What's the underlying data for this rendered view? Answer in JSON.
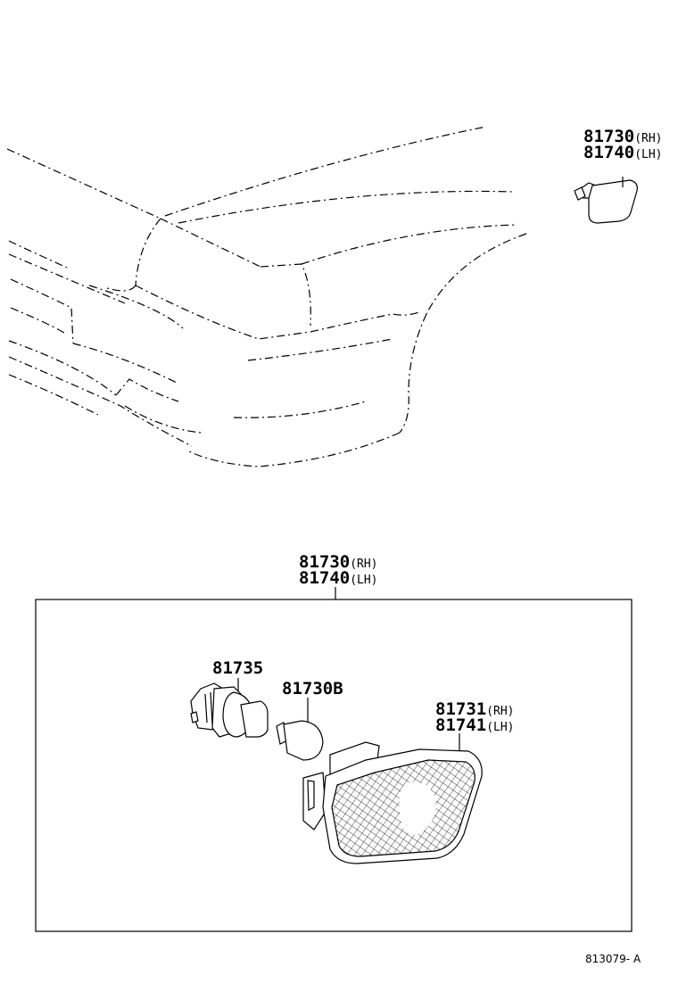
{
  "callouts": {
    "top_assembly": {
      "rh": {
        "num": "81730",
        "side": "(RH)"
      },
      "lh": {
        "num": "81740",
        "side": "(LH)"
      }
    },
    "box_assembly": {
      "rh": {
        "num": "81730",
        "side": "(RH)"
      },
      "lh": {
        "num": "81740",
        "side": "(LH)"
      }
    },
    "socket": {
      "num": "81735"
    },
    "bulb": {
      "num": "81730B"
    },
    "lens": {
      "rh": {
        "num": "81731",
        "side": "(RH)"
      },
      "lh": {
        "num": "81741",
        "side": "(LH)"
      }
    }
  },
  "figure_code": "813079- A"
}
